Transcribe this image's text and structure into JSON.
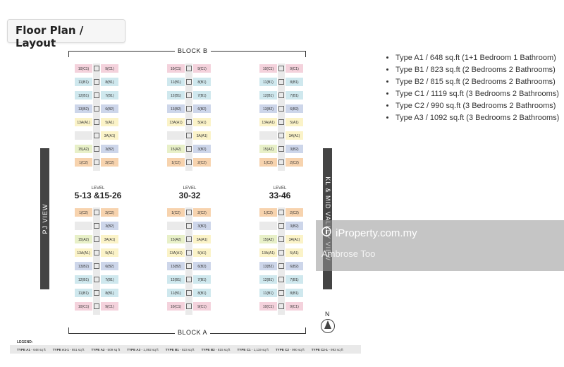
{
  "page_title": "Floor Plan / Layout",
  "plan": {
    "block_top": "BLOCK B",
    "block_bottom": "BLOCK A",
    "view_left": "PJ VIEW",
    "view_right": "KL & MID VALLEY VIEW",
    "compass": "N",
    "level_caption": "LEVEL",
    "levels": [
      "5-13 &15-26",
      "30-32",
      "33-46"
    ],
    "legend_label": "LEGEND:",
    "legend": [
      {
        "type": "TYPE A1",
        "size": "- 648 sq ft"
      },
      {
        "type": "TYPE A1-1",
        "size": "- 651 sq ft"
      },
      {
        "type": "TYPE A2",
        "size": "- 509 sq ft"
      },
      {
        "type": "TYPE A3",
        "size": "- 1,092 sq ft"
      },
      {
        "type": "TYPE B1",
        "size": "- 823 sq ft"
      },
      {
        "type": "TYPE B2",
        "size": "- 815 sq ft"
      },
      {
        "type": "TYPE C1",
        "size": "- 1,119 sq ft"
      },
      {
        "type": "TYPE C2",
        "size": "- 990 sq ft"
      },
      {
        "type": "TYPE C2-1",
        "size": "- 993 sq ft"
      }
    ],
    "tower_top_units": [
      [
        "10(C1)",
        "9(C1)"
      ],
      [
        "11(B1)",
        "8(B1)"
      ],
      [
        "12(B1)",
        "7(B1)"
      ],
      [
        "13(B2)",
        "6(B2)"
      ],
      [
        "13A(A1)",
        "5(A1)"
      ],
      [
        "",
        "3A(A1)"
      ],
      [
        "15(A2)",
        "3(B2)"
      ],
      [
        "1(C2)",
        "2(C2)"
      ]
    ],
    "tower_bottom_units": [
      [
        "1(C2)",
        "2(C2)"
      ],
      [
        "",
        "3(B2)"
      ],
      [
        "15(A2)",
        "3A(A1)"
      ],
      [
        "13A(A1)",
        "5(A1)"
      ],
      [
        "13(B2)",
        "6(B2)"
      ],
      [
        "12(B1)",
        "7(B1)"
      ],
      [
        "11(B1)",
        "8(B1)"
      ],
      [
        "10(C1)",
        "9(C1)"
      ]
    ]
  },
  "unit_types": [
    "Type A1 / 648 sq.ft (1+1 Bedroom 1 Bathroom)",
    "Type B1 / 823 sq.ft (2 Bedrooms 2 Bathrooms)",
    "Type B2 / 815 sq.ft (2 Bedrooms 2 Bathrooms)",
    "Type C1 / 1119 sq.ft (3 Bedrooms 2 Bathrooms)",
    "Type C2 / 990 sq.ft (3 Bedrooms 2 Bathrooms)",
    "Type A3 / 1092 sq.ft (3 Bedrooms 2 Bathrooms)"
  ],
  "watermark": {
    "brand": "iProperty.com.my",
    "agent": "Ambrose Too"
  },
  "colors": {
    "C1": "#f4d2dc",
    "B1": "#cfe8ee",
    "B2": "#cdd6ea",
    "A1": "#fbf3c8",
    "A2": "#e8f0c8",
    "A3": "#dcedc8",
    "C2": "#f7d3ae",
    "core": "#eaeaea",
    "band": "#444444"
  }
}
